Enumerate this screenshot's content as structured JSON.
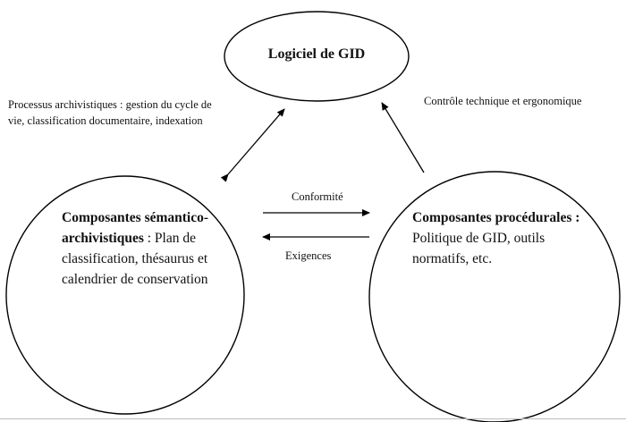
{
  "nodes": {
    "software": {
      "title": "Logiciel de GID"
    },
    "semantic": {
      "title": "Composantes sémantico-archivistiques",
      "body": " : Plan de classification, thésaurus et calendrier de conservation"
    },
    "procedural": {
      "title": "Composantes procédurales :",
      "body": " Politique de GID, outils normatifs, etc."
    }
  },
  "edges": {
    "semantic_software": "Processus archivistiques : gestion du cycle de vie, classification  documentaire, indexation",
    "procedural_software": "Contrôle technique  et ergonomique",
    "semantic_to_procedural": "Conformité",
    "procedural_to_semantic": "Exigences"
  },
  "colors": {
    "stroke": "#000000",
    "text": "#111111"
  }
}
